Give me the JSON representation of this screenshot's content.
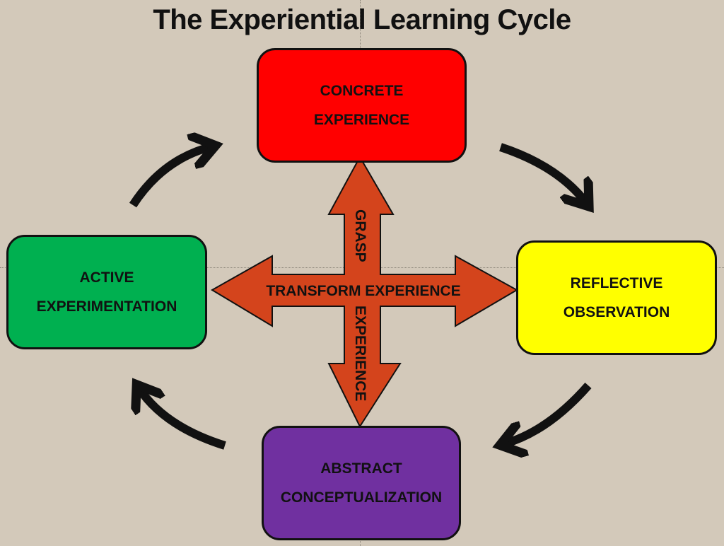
{
  "title": "The Experiential Learning Cycle",
  "stages": {
    "concrete": {
      "line1": "CONCRETE",
      "line2": "EXPERIENCE",
      "color": "#ff0000"
    },
    "reflective": {
      "line1": "REFLECTIVE",
      "line2": "OBSERVATION",
      "color": "#ffff00"
    },
    "abstract": {
      "line1": "ABSTRACT",
      "line2": "CONCEPTUALIZATION",
      "color": "#7030a0"
    },
    "active": {
      "line1": "ACTIVE",
      "line2": "EXPERIMENTATION",
      "color": "#00b050"
    }
  },
  "center": {
    "horizontal_label": "TRANSFORM EXPERIENCE",
    "vertical_label_top": "GRASP",
    "vertical_label_bottom": "EXPERIENCE",
    "arrow_color": "#d4441c"
  },
  "colors": {
    "background": "#d3c9ba",
    "cycle_arrow": "#111111"
  }
}
